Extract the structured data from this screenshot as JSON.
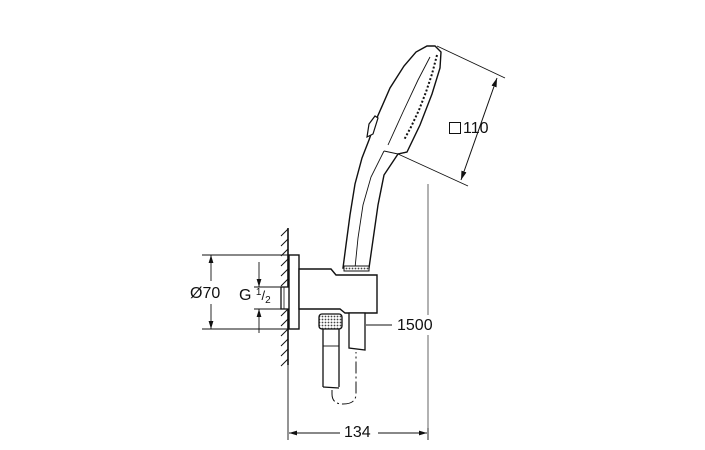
{
  "diagram": {
    "subject": "Hand shower with wall outlet elbow and holder",
    "dimensions": {
      "head_size": {
        "symbol": "square",
        "value": "110"
      },
      "flange_diameter": {
        "symbol": "Ø",
        "value": "70",
        "label": "Ø70"
      },
      "thread": {
        "prefix": "G",
        "numerator": "1",
        "denominator": "2"
      },
      "hose_length": {
        "value": "1500"
      },
      "projection": {
        "value": "134"
      }
    },
    "colors": {
      "line": "#111111",
      "thin_line": "#444444",
      "knurl": "#555555",
      "background": "#ffffff"
    }
  }
}
